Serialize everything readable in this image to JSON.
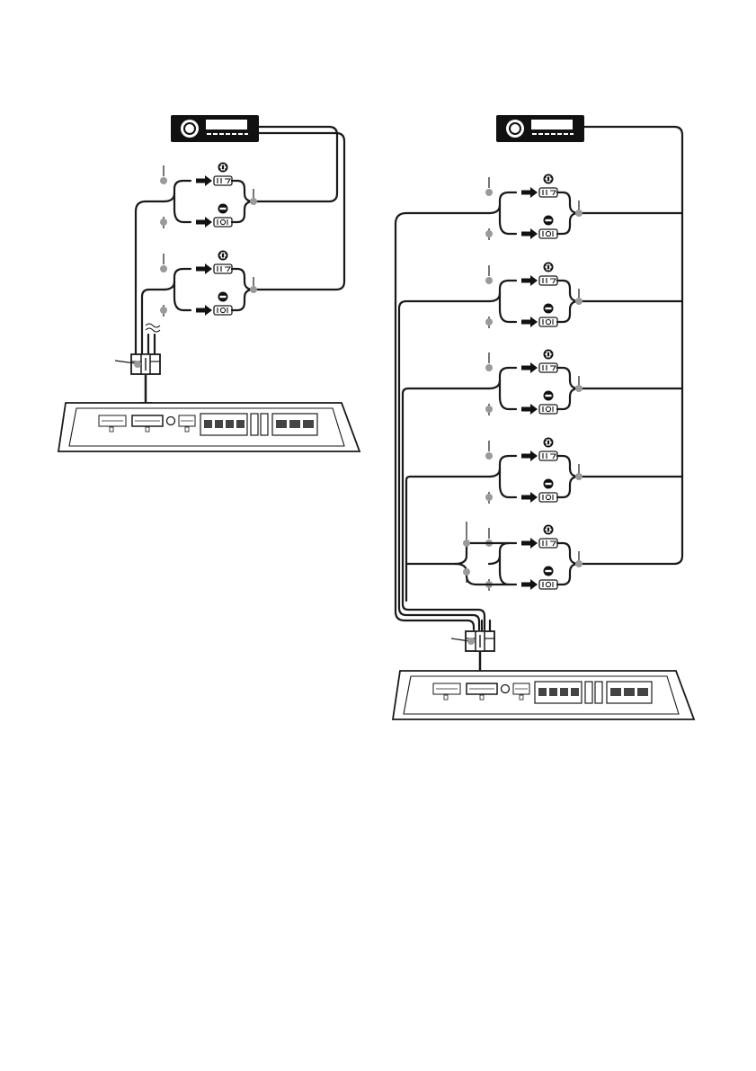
{
  "figure": {
    "left_panel": {
      "head_unit": {
        "icon": "car-stereo-head-unit"
      },
      "terminal_pairs": [
        {
          "plus_symbol": "⊕",
          "minus_symbol": "⊖"
        },
        {
          "plus_symbol": "⊕",
          "minus_symbol": "⊖"
        }
      ],
      "harness_connector": {
        "icon": "wire-harness-connector"
      },
      "amplifier": {
        "icon": "amplifier-unit"
      }
    },
    "right_panel": {
      "head_unit": {
        "icon": "car-stereo-head-unit"
      },
      "terminal_pairs": [
        {
          "plus_symbol": "⊕",
          "minus_symbol": "⊖"
        },
        {
          "plus_symbol": "⊕",
          "minus_symbol": "⊖"
        },
        {
          "plus_symbol": "⊕",
          "minus_symbol": "⊖"
        },
        {
          "plus_symbol": "⊕",
          "minus_symbol": "⊖"
        },
        {
          "plus_symbol": "⊕",
          "minus_symbol": "⊖"
        }
      ],
      "harness_connector": {
        "icon": "wire-harness-connector"
      },
      "amplifier": {
        "icon": "amplifier-unit"
      }
    },
    "colors": {
      "line": "#1a1a1a",
      "callout_dot": "#9a9a9a",
      "fill_dark": "#111111"
    }
  }
}
